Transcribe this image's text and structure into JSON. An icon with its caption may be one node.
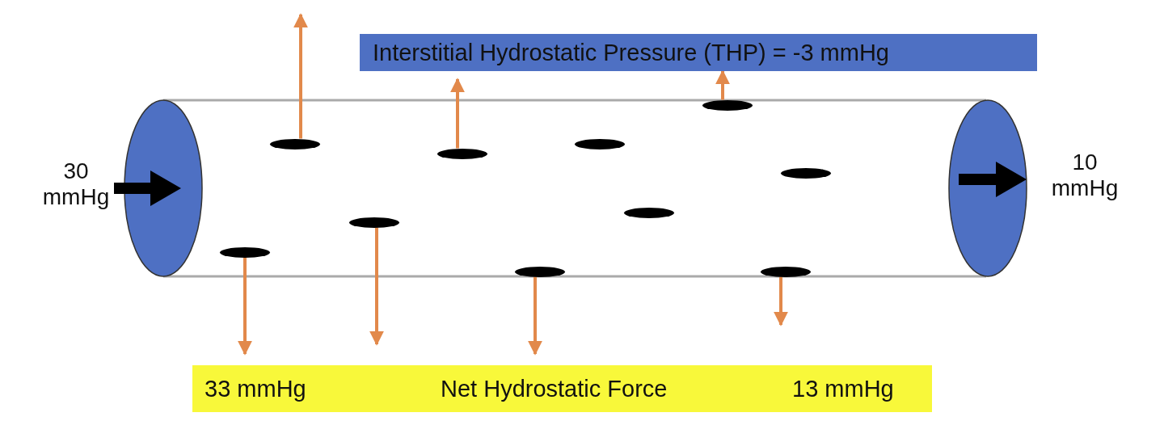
{
  "diagram": {
    "nodes": [
      {
        "text": [
          "Interstitial Hydrostatic Pressure (THP) = -3 mmHg"
        ]
      },
      {
        "text": [],
        "shape": "ellipse"
      },
      {
        "text": [],
        "shape": "ellipse"
      },
      {
        "text": [],
        "shape": "ellipse"
      },
      {
        "text": [],
        "shape": "ellipse"
      },
      {
        "text": [],
        "shape": "ellipse"
      },
      {
        "text": [],
        "shape": "ellipse"
      },
      {
        "text": [],
        "shape": "ellipse"
      },
      {
        "text": [],
        "shape": "ellipse"
      },
      {
        "text": [],
        "shape": "ellipse"
      },
      {
        "text": [],
        "shape": "ellipse"
      },
      {
        "text": [
          "33 mmHg",
          "Net Hydrostatic Force",
          "13 mmHg"
        ]
      }
    ],
    "edges": [
      {
        "from": 1,
        "to": 11,
        "arrow": "to"
      },
      {
        "from": 2,
        "to": null,
        "arrow": "to"
      },
      {
        "from": 3,
        "to": 11,
        "arrow": "to"
      },
      {
        "from": 4,
        "to": 0,
        "arrow": "to"
      },
      {
        "from": 5,
        "to": 11,
        "arrow": "to"
      },
      {
        "from": 8,
        "to": 0,
        "arrow": "to"
      },
      {
        "from": 9,
        "to": null,
        "arrow": "to"
      }
    ],
    "labels": [
      "30 mmHg",
      "10 mmHg"
    ]
  }
}
